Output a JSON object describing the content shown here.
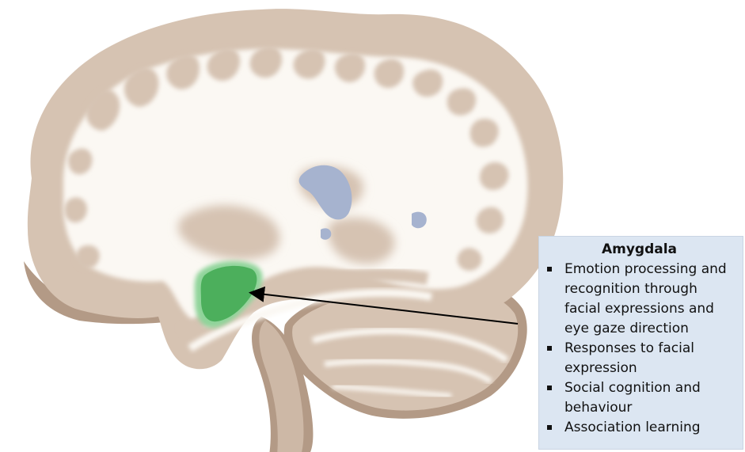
{
  "diagram": {
    "structure_name": "Amygdala",
    "functions": [
      "Emotion processing and recognition through facial expressions and eye gaze direction",
      "Responses to facial expression",
      "Social cognition and behaviour",
      "Association learning"
    ]
  },
  "colors": {
    "grey_matter": "#d6c3b2",
    "white_matter": "#fbf8f3",
    "ventricle": "#a6b3cf",
    "amygdala": "#4caf5c",
    "cerebellum_edge": "#b39a86",
    "box_background": "#dce6f2",
    "arrow": "#000000"
  },
  "icons": {
    "bullet": "square-bullet"
  }
}
